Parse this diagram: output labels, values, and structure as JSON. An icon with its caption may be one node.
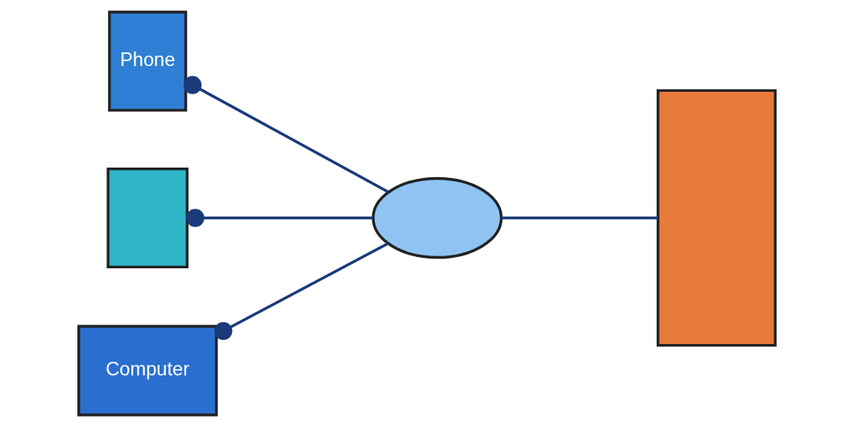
{
  "diagram": {
    "nodes": [
      {
        "text": [
          "Phone"
        ]
      },
      {
        "text": [],
        "shape": "box"
      },
      {
        "text": [
          "Computer"
        ]
      },
      {
        "text": [],
        "shape": "cloud"
      },
      {
        "text": [],
        "shape": "box"
      }
    ],
    "edges": [
      {
        "from": 0,
        "to": 3,
        "arrow": "other"
      },
      {
        "from": 1,
        "to": 3,
        "arrow": "other"
      },
      {
        "from": 2,
        "to": 3,
        "arrow": "other"
      },
      {
        "from": 3,
        "to": 4,
        "arrow": "none"
      }
    ]
  }
}
